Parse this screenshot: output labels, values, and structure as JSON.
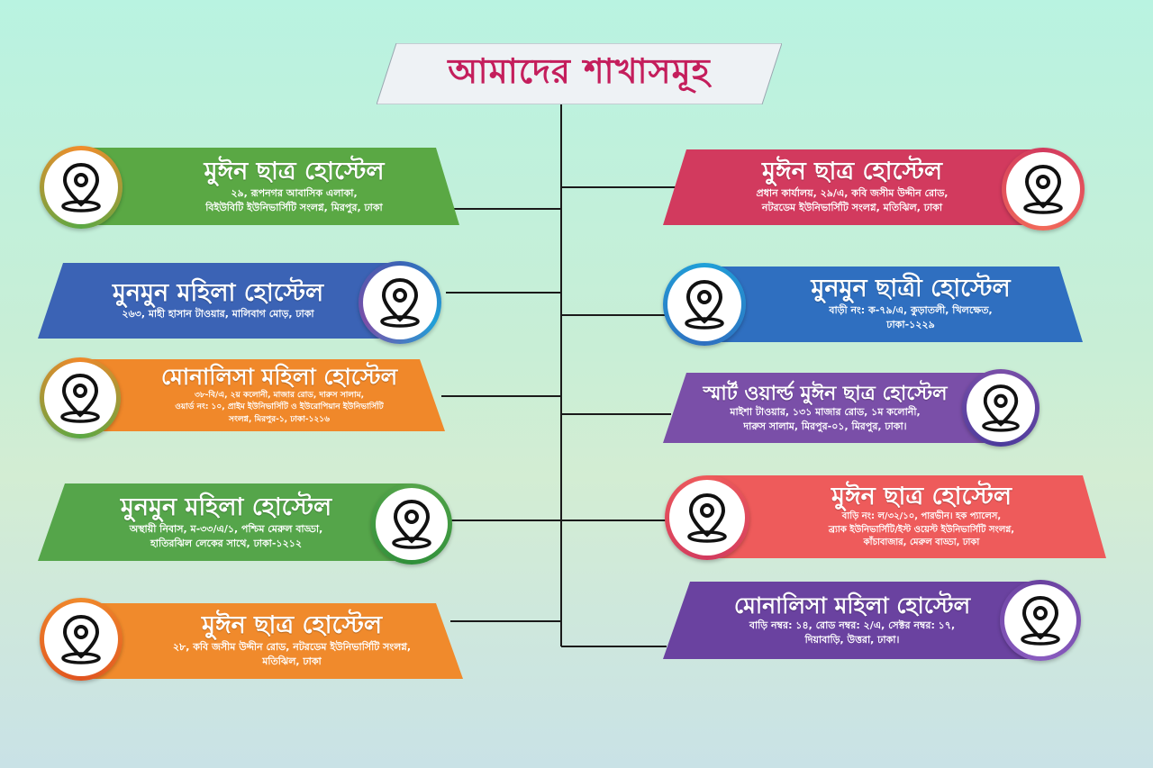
{
  "title": "আমাদের শাখাসমূহ",
  "branches": [
    {
      "name": "মুঈন ছাত্র হোস্টেল",
      "address": [
        "২৯, রূপনগর আবাসিক এলাকা,",
        "বিইউবিটি ইউনিভার্সিটি সংলগ্ন, মিরপুর, ঢাকা"
      ],
      "color": "#5aa844"
    },
    {
      "name": "মুনমুন মহিলা হোস্টেল",
      "address": [
        "২৬৩, মাহী হাসান টাওয়ার, মালিবাগ মোড়, ঢাকা"
      ],
      "color": "#3b63b5"
    },
    {
      "name": "মোনালিসা মহিলা হোস্টেল",
      "address": [
        "৩৮-বি/এ, ২য় কলোনী, মাজার রোড, দারুস সালাম,",
        "ওয়ার্ড নং: ১০, প্রাইম ইউনিভার্সিটি ও ইউরোপিয়ান ইউনিভার্সিটি",
        "সংলগ্ন, মিরপুর-১, ঢাকা-১২১৬"
      ],
      "color": "#f0882a"
    },
    {
      "name": "মুনমুন মহিলা হোস্টেল",
      "address": [
        "অস্থায়ী নিবাস, ম-৩৩/এ/১, পশ্চিম মেরুল বাড্ডা,",
        "হাতিরঝিল লেকের সাথে, ঢাকা-১২১২"
      ],
      "color": "#55a54a"
    },
    {
      "name": "মুঈন ছাত্র হোস্টেল",
      "address": [
        "২৮, কবি জসীম উদ্দীন রোড, নটরডেম ইউনিভার্সিটি সংলগ্ন,",
        "মতিঝিল, ঢাকা"
      ],
      "color": "#f08a2c"
    },
    {
      "name": "মুঈন ছাত্র হোস্টেল",
      "address": [
        "প্রধান কার্যালয়, ২৯/এ, কবি জসীম উদ্দীন রোড,",
        "নটরডেম ইউনিভার্সিটি সংলগ্ন, মতিঝিল, ঢাকা"
      ],
      "color": "#d23a5e"
    },
    {
      "name": "মুনমুন ছাত্রী হোস্টেল",
      "address": [
        "বাড়ী নং: ক-৭৯/এ, কুড়াতলী, খিলক্ষেত,",
        "ঢাকা-১২২৯"
      ],
      "color": "#2f6fc0"
    },
    {
      "name": "স্মার্ট ওয়ার্ল্ড মুঈন ছাত্র হোস্টেল",
      "address": [
        "মাইশা টাওয়ার, ১৩১ মাজার রোড, ১ম কলোনী,",
        "দারুস সালাম, মিরপুর-০১, মিরপুর, ঢাকা।"
      ],
      "color": "#7a4fa8"
    },
    {
      "name": "মুঈন ছাত্র হোস্টেল",
      "address": [
        "বাড়ি নং: ল/৩২/১০, পারভীন। হক প্যালেস,",
        "ব্র্যাক ইউনিভার্সিটি/ইস্ট ওয়েস্ট ইউনিভার্সিটি সংলগ্ন,",
        "কাঁচাবাজার, মেরুল বাড্ডা, ঢাকা"
      ],
      "color": "#ee5b5b"
    },
    {
      "name": "মোনালিসা মহিলা হোস্টেল",
      "address": [
        "বাড়ি নম্বর: ১৪, রোড নম্বর: ২/এ, সেক্টর নম্বর: ১৭,",
        "দিয়াবাড়ি, উত্তরা, ঢাকা।"
      ],
      "color": "#6a42a0"
    }
  ],
  "icons": {
    "branch": "location-pin-icon"
  }
}
